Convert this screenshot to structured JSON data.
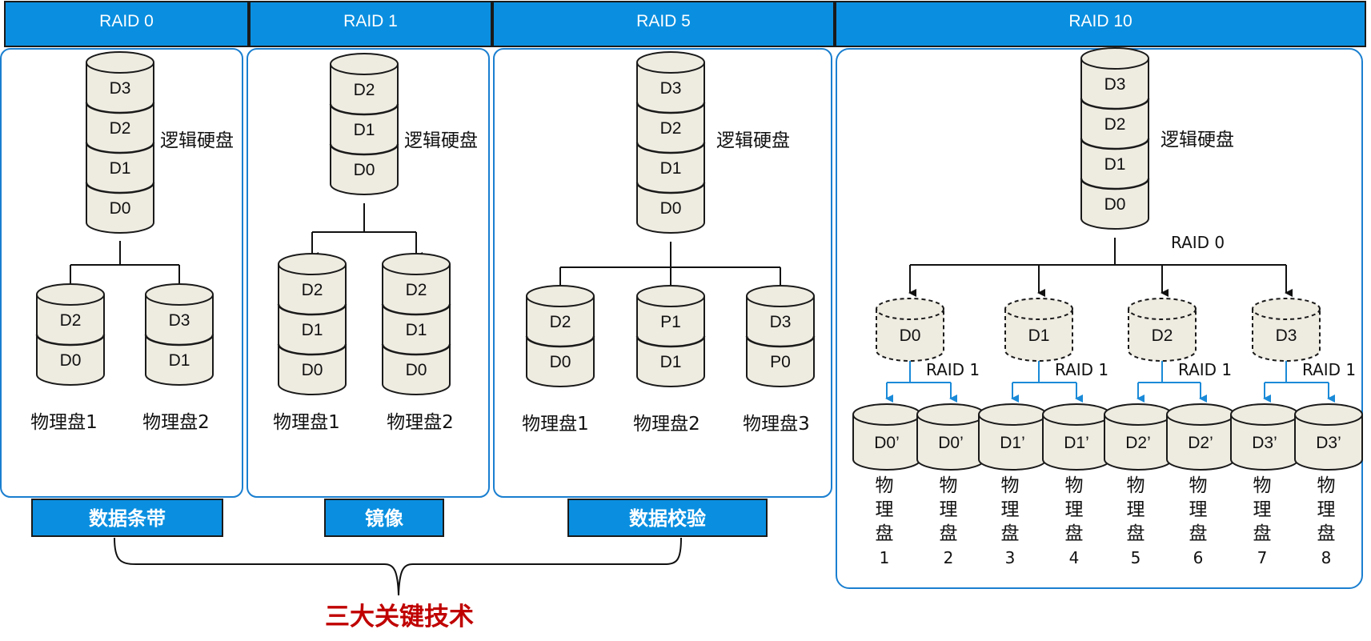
{
  "headers": [
    "RAID 0",
    "RAID 1",
    "RAID 5",
    "RAID 10"
  ],
  "logical_disk_label": "逻辑硬盘",
  "raid0": {
    "logical": [
      "D3",
      "D2",
      "D1",
      "D0"
    ],
    "disk1": [
      "D2",
      "D0"
    ],
    "disk2": [
      "D3",
      "D1"
    ],
    "disk1_label": "物理盘1",
    "disk2_label": "物理盘2"
  },
  "raid1": {
    "logical": [
      "D2",
      "D1",
      "D0"
    ],
    "disk1": [
      "D2",
      "D1",
      "D0"
    ],
    "disk2": [
      "D2",
      "D1",
      "D0"
    ],
    "disk1_label": "物理盘1",
    "disk2_label": "物理盘2"
  },
  "raid5": {
    "logical": [
      "D3",
      "D2",
      "D1",
      "D0"
    ],
    "disk1": [
      "D2",
      "D0"
    ],
    "disk2": [
      "P1",
      "D1"
    ],
    "disk3": [
      "D3",
      "P0"
    ],
    "disk1_label": "物理盘1",
    "disk2_label": "物理盘2",
    "disk3_label": "物理盘3"
  },
  "raid10": {
    "logical": [
      "D3",
      "D2",
      "D1",
      "D0"
    ],
    "stripe_label": "RAID 0",
    "mirror_label": "RAID 1",
    "virtual": [
      "D0",
      "D1",
      "D2",
      "D3"
    ],
    "physical": [
      "D0’",
      "D0’",
      "D1’",
      "D1’",
      "D2’",
      "D2’",
      "D3’",
      "D3’"
    ],
    "physical_labels": [
      [
        "物",
        "理",
        "盘",
        "1"
      ],
      [
        "物",
        "理",
        "盘",
        "2"
      ],
      [
        "物",
        "理",
        "盘",
        "3"
      ],
      [
        "物",
        "理",
        "盘",
        "4"
      ],
      [
        "物",
        "理",
        "盘",
        "5"
      ],
      [
        "物",
        "理",
        "盘",
        "6"
      ],
      [
        "物",
        "理",
        "盘",
        "7"
      ],
      [
        "物",
        "理",
        "盘",
        "8"
      ]
    ]
  },
  "techniques": [
    "数据条带",
    "镜像",
    "数据校验"
  ],
  "bottom_title": "三大关键技术",
  "colors": {
    "header_fill": "#0a8fe0",
    "panel_border": "#1a7fd0",
    "disk_fill": "#eeebe1",
    "arrow_blue": "#1a8ad8",
    "parity_red": "#cc0000",
    "title_red": "#c00000"
  }
}
